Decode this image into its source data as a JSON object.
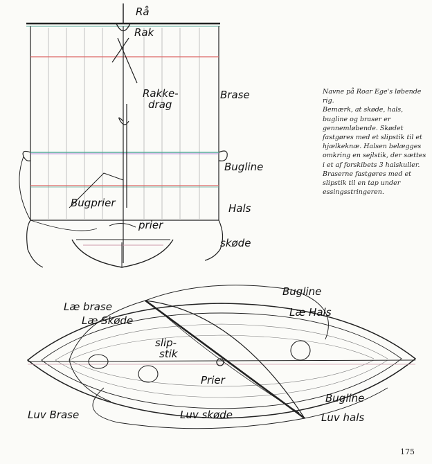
{
  "caption": {
    "title_line": "Navne på Roar Ege's løbende rig.",
    "body": "Bemærk, at skøde, hals, bugline og braser er gennemløbende. Skødet fastgøres med et slipstik til et hjælkeknæ. Halsen belægges omkring en sejlstik, der sættes i et af forskibets 3 halskuller. Braserne fastgøres med et slipstik til en tap under essingsstringeren."
  },
  "top_diagram": {
    "labels": {
      "ra": "Rå",
      "rak": "Rak",
      "rakkedrag": "Rakke-\ndrag",
      "brase": "Brase",
      "bugline": "Bugline",
      "bugprier": "Bugprier",
      "hals": "Hals",
      "prier": "prier",
      "skode": "skøde"
    }
  },
  "bottom_diagram": {
    "labels": {
      "bugline_top": "Bugline",
      "lae_brase": "Læ brase",
      "lae_hals": "Læ Hals",
      "lae_skode": "Læ Skøde",
      "slipstik": "slip-\nstik",
      "prier": "Prier",
      "bugline_right": "Bugline",
      "luv_brase": "Luv  Brase",
      "luv_skode": "Luv skøde",
      "luv_hals": "Luv hals"
    }
  },
  "page_number": "175"
}
